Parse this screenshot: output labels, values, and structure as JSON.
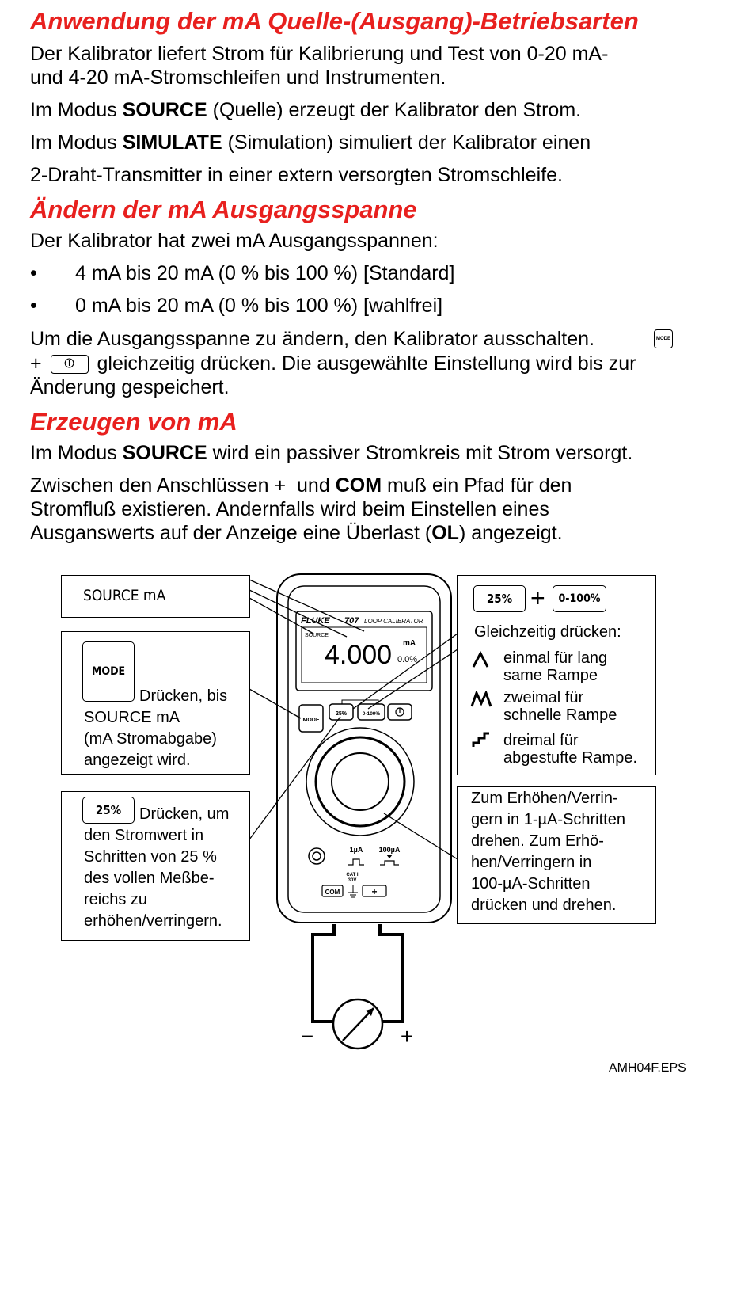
{
  "sections": {
    "s1": {
      "heading": "Anwendung der mA Quelle-(Ausgang)-Betriebsarten",
      "p1_line1": "Der Kalibrator liefert Strom für Kalibrierung und Test von 0-20 mA-",
      "p1_line2": "und 4-20 mA-Stromschleifen und Instrumenten.",
      "p2_pre": "Im Modus ",
      "p2_bold": "SOURCE",
      "p2_post": " (Quelle) erzeugt der Kalibrator den Strom.",
      "p3_pre": "Im Modus ",
      "p3_bold": "SIMULATE",
      "p3_post": " (Simulation) simuliert der Kalibrator einen",
      "p4": "2-Draht-Transmitter in einer extern versorgten Stromschleife."
    },
    "s2": {
      "heading": "Ändern der mA Ausgangsspanne",
      "intro": "Der Kalibrator hat zwei mA Ausgangsspannen:",
      "bullets": [
        "4 mA bis 20 mA (0 % bis 100 %) [Standard]",
        "0 mA bis 20 mA (0 % bis 100 %) [wahlfrei]"
      ],
      "p_line1": "Um die Ausgangsspanne zu ändern, den Kalibrator ausschalten.",
      "p_line2_plus": "+",
      "p_line2_post": "gleichzeitig drücken. Die ausgewählte Einstellung wird bis zur",
      "p_line3": "Änderung gespeichert.",
      "mode_key_text": "MODE",
      "power_key_symbol": "⏼"
    },
    "s3": {
      "heading": "Erzeugen von mA",
      "p1_pre": "Im Modus ",
      "p1_bold": "SOURCE",
      "p1_post": " wird ein passiver Stromkreis mit Strom versorgt.",
      "p2_line1_pre": "Zwischen den Anschlüssen",
      "p2_line1_plus": "+",
      "p2_line1_mid": "und",
      "p2_line1_bold": "COM",
      "p2_line1_post": "muß ein Pfad für den",
      "p2_line2": "Stromfluß existieren. Andernfalls wird beim Einstellen eines",
      "p2_line3_pre": "Ausganswerts auf der Anzeige eine Überlast (",
      "p2_line3_bold": "OL",
      "p2_line3_post": ") angezeigt."
    }
  },
  "figure": {
    "box_source": "SOURCE mA",
    "box_mode": {
      "key": "MODE",
      "line1": "Drücken, bis",
      "line2": "SOURCE mA",
      "line3": "(mA Stromabgabe)",
      "line4": "angezeigt wird."
    },
    "box_25": {
      "key": "25%",
      "line1": "Drücken, um",
      "line2": "den Stromwert in",
      "line3": "Schritten von 25 %",
      "line4": "des vollen Meßbe-",
      "line5": "reichs zu",
      "line6": "erhöhen/verringern."
    },
    "box_ramp": {
      "key1": "25%",
      "plus": "+",
      "key2": "0-100%",
      "title": "Gleichzeitig drücken:",
      "r1a": "einmal für lang",
      "r1b": "same Rampe",
      "r2a": "zweimal für",
      "r2b": "schnelle Rampe",
      "r3a": "dreimal für",
      "r3b": "abgestufte Rampe."
    },
    "box_knob": {
      "line1": "Zum Erhöhen/Verrin-",
      "line2": "gern in 1-µA-Schritten",
      "line3": "drehen. Zum Erhö-",
      "line4": "hen/Verringern in",
      "line5": "100-µA-Schritten",
      "line6": "drücken und drehen."
    },
    "device": {
      "brand": "FLUKE",
      "model": "707",
      "model_name": "LOOP CALIBRATOR",
      "display_mode": "SOURCE",
      "display_value": "4.000",
      "display_unit": "mA",
      "display_pct": "0.0%",
      "key_mode": "MODE",
      "key_25": "25%",
      "key_0100": "0-100%",
      "label_1ua": "1µA",
      "label_100ua": "100µA",
      "label_cat": "CAT I",
      "label_30v": "30V",
      "terminal_com": "COM",
      "terminal_plus": "+"
    },
    "meter_minus": "−",
    "meter_plus": "+",
    "caption": "AMH04F.EPS"
  }
}
